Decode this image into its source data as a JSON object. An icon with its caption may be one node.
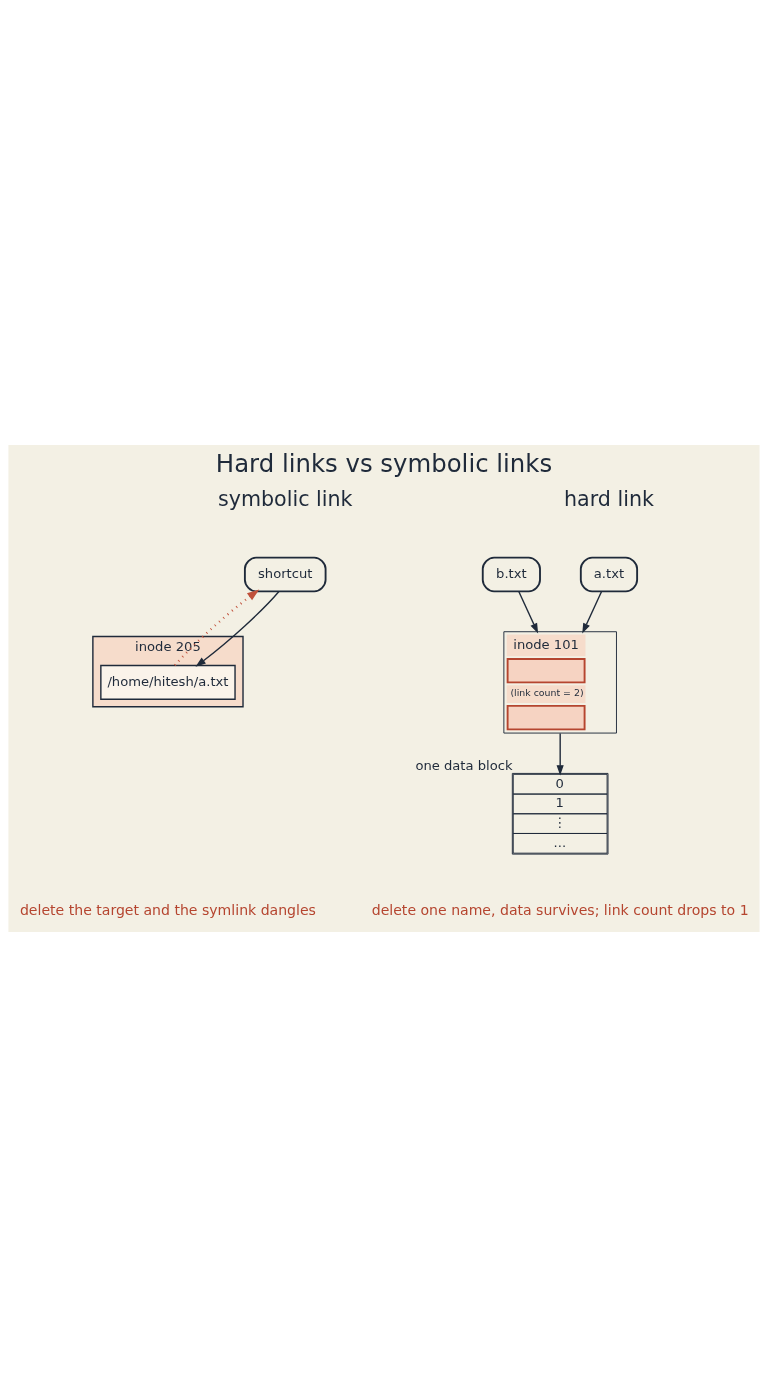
{
  "diagram": {
    "title": "Hard links vs symbolic links",
    "nodes": [
      {
        "text": [
          "a.txt"
        ]
      },
      {
        "text": [
          "b.txt"
        ]
      },
      {
        "text": [
          "inode 101",
          "(link count = 2)"
        ]
      },
      {
        "text": [
          "0",
          "1",
          "⋮",
          "..."
        ],
        "beside": [
          "one data block"
        ]
      },
      {
        "text": [
          "shortcut"
        ]
      },
      {
        "text": [
          "inode 205"
        ]
      },
      {
        "text": [
          "/home/hitesh/a.txt"
        ],
        "in": 5
      }
    ],
    "edges": [
      {
        "from": 0,
        "to": 2,
        "arrow": "to"
      },
      {
        "from": 1,
        "to": 2,
        "arrow": "to"
      },
      {
        "from": 2,
        "to": 3,
        "arrow": "to"
      },
      {
        "from": 4,
        "to": 6,
        "arrow": "to"
      },
      {
        "from": 6,
        "to": 4,
        "arrow": "to",
        "style": "dashed",
        "color": "#c0503a"
      }
    ],
    "labels": [
      "hard link",
      "symbolic link",
      "delete one name, data survives; link count drops to 1",
      "delete the target and the symlink dangles"
    ]
  }
}
